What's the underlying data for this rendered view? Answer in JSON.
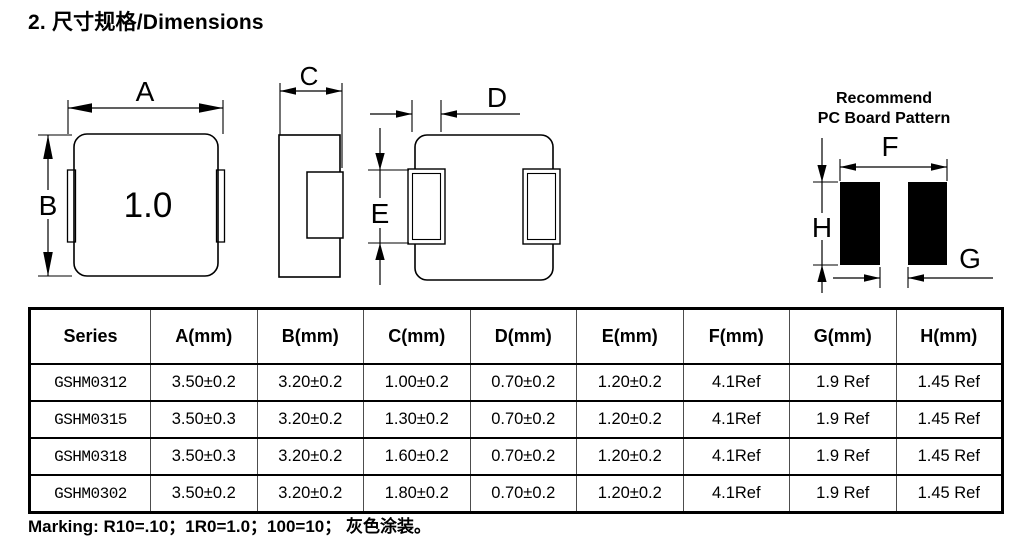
{
  "page": {
    "title": "2.  尺寸规格/Dimensions",
    "marking_note": "Marking: R10=.10；1R0=1.0；100=10； 灰色涂装。"
  },
  "drawings": {
    "top_view": {
      "dim_a": "A",
      "dim_b": "B",
      "part_marking": "1.0"
    },
    "side_view": {
      "dim_c": "C"
    },
    "bottom_view": {
      "dim_d": "D",
      "dim_e": "E"
    },
    "pcb": {
      "title_line1": "Recommend",
      "title_line2": "PC Board Pattern",
      "dim_f": "F",
      "dim_g": "G",
      "dim_h": "H"
    }
  },
  "table": {
    "headers": [
      "Series",
      "A(mm)",
      "B(mm)",
      "C(mm)",
      "D(mm)",
      "E(mm)",
      "F(mm)",
      "G(mm)",
      "H(mm)"
    ],
    "rows": [
      [
        "GSHM0312",
        "3.50±0.2",
        "3.20±0.2",
        "1.00±0.2",
        "0.70±0.2",
        "1.20±0.2",
        "4.1Ref",
        "1.9 Ref",
        "1.45 Ref"
      ],
      [
        "GSHM0315",
        "3.50±0.3",
        "3.20±0.2",
        "1.30±0.2",
        "0.70±0.2",
        "1.20±0.2",
        "4.1Ref",
        "1.9 Ref",
        "1.45 Ref"
      ],
      [
        "GSHM0318",
        "3.50±0.3",
        "3.20±0.2",
        "1.60±0.2",
        "0.70±0.2",
        "1.20±0.2",
        "4.1Ref",
        "1.9 Ref",
        "1.45 Ref"
      ],
      [
        "GSHM0302",
        "3.50±0.2",
        "3.20±0.2",
        "1.80±0.2",
        "0.70±0.2",
        "1.20±0.2",
        "4.1Ref",
        "1.9 Ref",
        "1.45 Ref"
      ]
    ]
  },
  "colors": {
    "line": "#000000",
    "pad_fill": "#000000",
    "background": "#ffffff"
  }
}
